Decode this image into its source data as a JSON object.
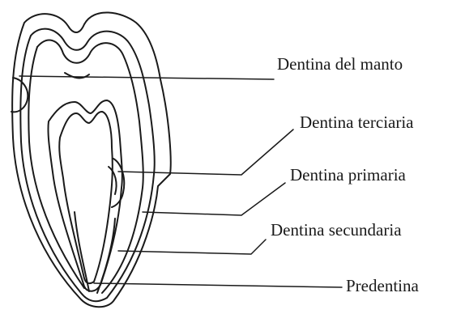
{
  "colors": {
    "ink": "#1a1a1a",
    "background": "#ffffff"
  },
  "labels": {
    "manto": "Dentina del manto",
    "terciaria": "Dentina terciaria",
    "primaria": "Dentina primaria",
    "secundaria": "Dentina secundaria",
    "predentina": "Predentina"
  }
}
